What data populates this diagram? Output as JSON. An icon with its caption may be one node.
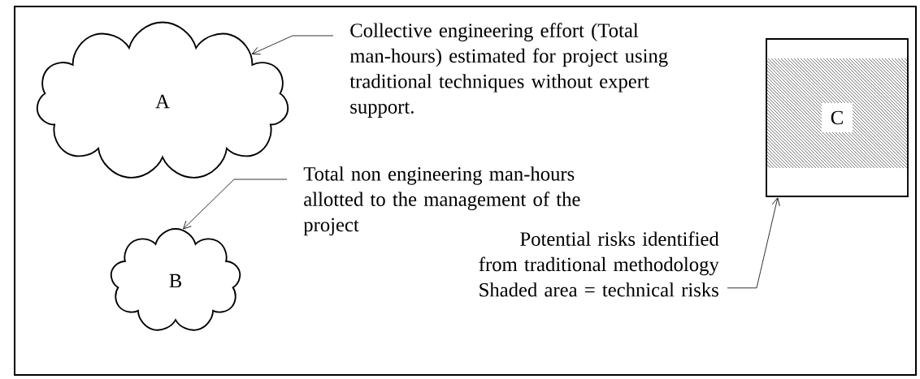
{
  "diagram": {
    "nodes": [
      {
        "text": [
          "A"
        ]
      },
      {
        "text": [
          "Collective engineering effort (Total man-hours) estimated for project using traditional techniques without expert support."
        ]
      },
      {
        "text": [
          "B"
        ]
      },
      {
        "text": [
          "Total non engineering man-hours allotted to the management of the project"
        ]
      },
      {
        "text": [
          "C"
        ]
      },
      {
        "text": [
          "Potential risks identified from traditional methodology",
          "Shaded area = technical risks"
        ]
      }
    ],
    "edges": [
      {
        "from": 1,
        "to": 0,
        "arrow": "to"
      },
      {
        "from": 3,
        "to": 2,
        "arrow": "to"
      },
      {
        "from": 5,
        "to": 4,
        "arrow": "to"
      }
    ]
  }
}
